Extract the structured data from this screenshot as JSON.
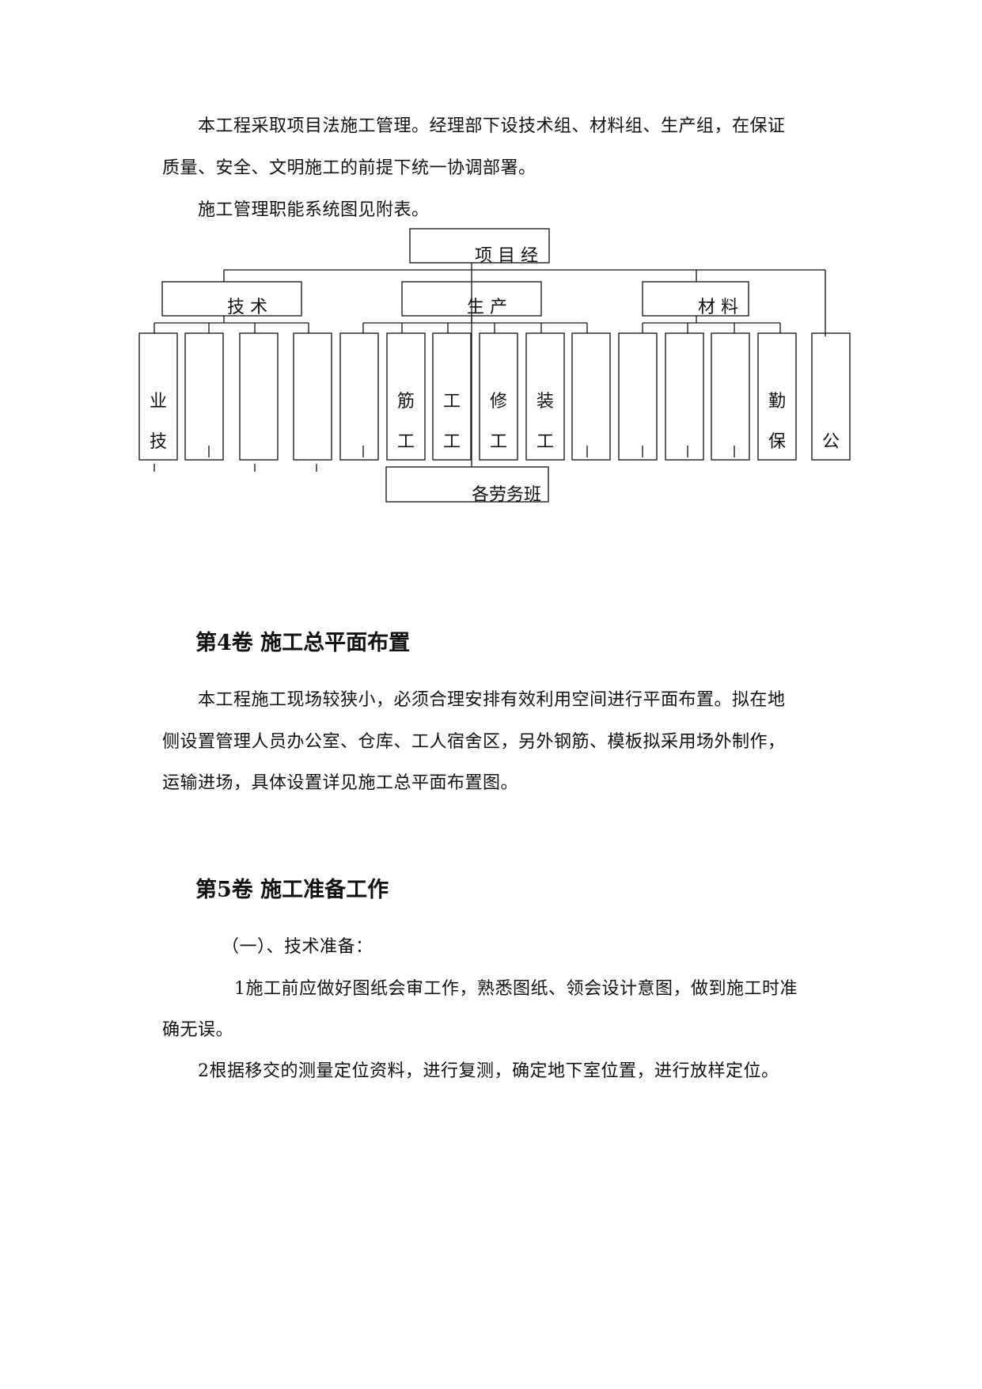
{
  "intro": {
    "para1_line1": "本工程采取项目法施工管理。经理部下设技术组、材料组、生产组，在保证",
    "para1_line2": "质量、安全、文明施工的前提下统一协调部署。",
    "para2": "施工管理职能系统图见附表。"
  },
  "org_chart": {
    "top": "项 目 经",
    "groups": [
      {
        "label": "技  术"
      },
      {
        "label": "生  产"
      },
      {
        "label": "材 料"
      }
    ],
    "columns": [
      {
        "line1": "业",
        "line2": "技"
      },
      {
        "line1": "",
        "line2": ""
      },
      {
        "line1": "",
        "line2": ""
      },
      {
        "line1": "",
        "line2": ""
      },
      {
        "line1": "",
        "line2": ""
      },
      {
        "line1": "筋",
        "line2": "工"
      },
      {
        "line1": "工",
        "line2": "工"
      },
      {
        "line1": "修",
        "line2": "工"
      },
      {
        "line1": "装",
        "line2": "工"
      },
      {
        "line1": "",
        "line2": ""
      },
      {
        "line1": "",
        "line2": ""
      },
      {
        "line1": "",
        "line2": ""
      },
      {
        "line1": "",
        "line2": ""
      },
      {
        "line1": "勤",
        "line2": "保"
      },
      {
        "line1": "",
        "line2": "公"
      }
    ],
    "bottom": "各劳务班"
  },
  "section4": {
    "heading": "第4卷 施工总平面布置",
    "line1": "本工程施工现场较狭小，必须合理安排有效利用空间进行平面布置。拟在地",
    "line2": "侧设置管理人员办公室、仓库、工人宿舍区，另外钢筋、模板拟采用场外制作，",
    "line3": "运输进场，具体设置详见施工总平面布置图。"
  },
  "section5": {
    "heading": "第5卷 施工准备工作",
    "sub1": "（一）、技术准备：",
    "item1_line1": "1施工前应做好图纸会审工作，熟悉图纸、领会设计意图，做到施工时准",
    "item1_line2": "确无误。",
    "item2": "2根据移交的测量定位资料，进行复测，确定地下室位置，进行放样定位。"
  }
}
